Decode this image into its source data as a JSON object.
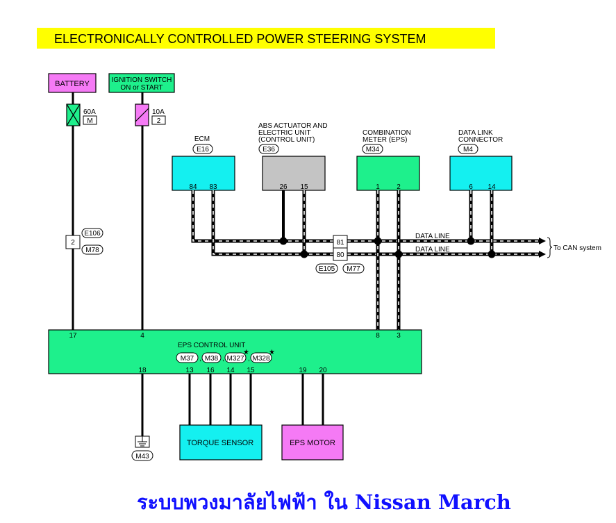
{
  "title": "ELECTRONICALLY CONTROLLED POWER STEERING SYSTEM",
  "caption": "ระบบพวงมาลัยไฟฟ้า ใน Nissan March",
  "colors": {
    "title_bg": "#ffff00",
    "magenta": "#f57af5",
    "green": "#1ef08c",
    "cyan": "#14f0f0",
    "gray": "#c4c4c4",
    "caption": "#1010ff"
  },
  "power": {
    "battery": {
      "label": "BATTERY",
      "fuse_rating": "60A",
      "fuse_id": "M"
    },
    "ignition": {
      "label_line1": "IGNITION SWITCH",
      "label_line2": "ON or START",
      "fuse_rating": "10A",
      "fuse_id": "2"
    },
    "connector": {
      "pin": "2",
      "tags": [
        "E106",
        "M78"
      ]
    }
  },
  "modules": {
    "ecm": {
      "label": "ECM",
      "connector": "E16",
      "pins": [
        "84",
        "83"
      ]
    },
    "abs": {
      "label_lines": [
        "ABS ACTUATOR AND",
        "ELECTRIC UNIT",
        "(CONTROL UNIT)"
      ],
      "connector": "E36",
      "pins": [
        "26",
        "15"
      ]
    },
    "meter": {
      "label_lines": [
        "COMBINATION",
        "METER (EPS)"
      ],
      "connector": "M34",
      "pins": [
        "1",
        "2"
      ]
    },
    "dlc": {
      "label_lines": [
        "DATA LINK",
        "CONNECTOR"
      ],
      "connector": "M4",
      "pins": [
        "6",
        "14"
      ]
    }
  },
  "data_lines": {
    "line1": "DATA LINE",
    "line2": "DATA LINE",
    "junction_pins": [
      "81",
      "80"
    ],
    "junction_tags": [
      "E105",
      "M77"
    ],
    "destination": "To CAN system"
  },
  "eps_unit": {
    "label": "EPS CONTROL UNIT",
    "connectors": [
      "M37",
      "M38",
      "M327",
      "M328"
    ],
    "separator": ",",
    "star": "★",
    "top_pins": [
      "17",
      "4",
      "8",
      "3"
    ],
    "bottom_pins": [
      "18",
      "13",
      "16",
      "14",
      "15",
      "19",
      "20"
    ]
  },
  "ground": {
    "connector": "M43"
  },
  "torque_sensor": {
    "label": "TORQUE SENSOR"
  },
  "eps_motor": {
    "label": "EPS MOTOR"
  }
}
